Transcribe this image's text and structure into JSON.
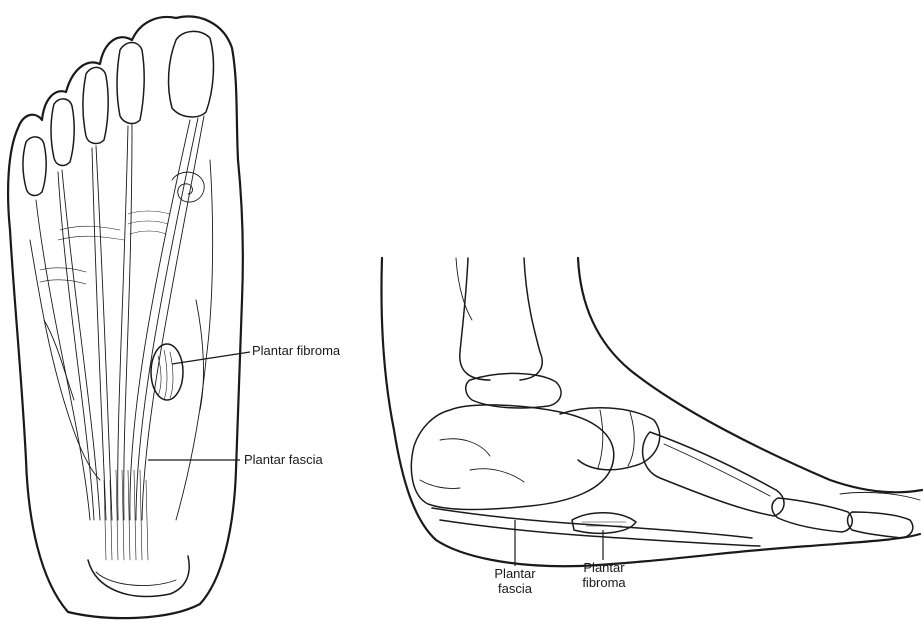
{
  "labels": {
    "top_fibroma": "Plantar fibroma",
    "top_fascia": "Plantar fascia",
    "side_fascia_line1": "Plantar",
    "side_fascia_line2": "fascia",
    "side_fibroma_line1": "Plantar",
    "side_fibroma_line2": "fibroma"
  }
}
